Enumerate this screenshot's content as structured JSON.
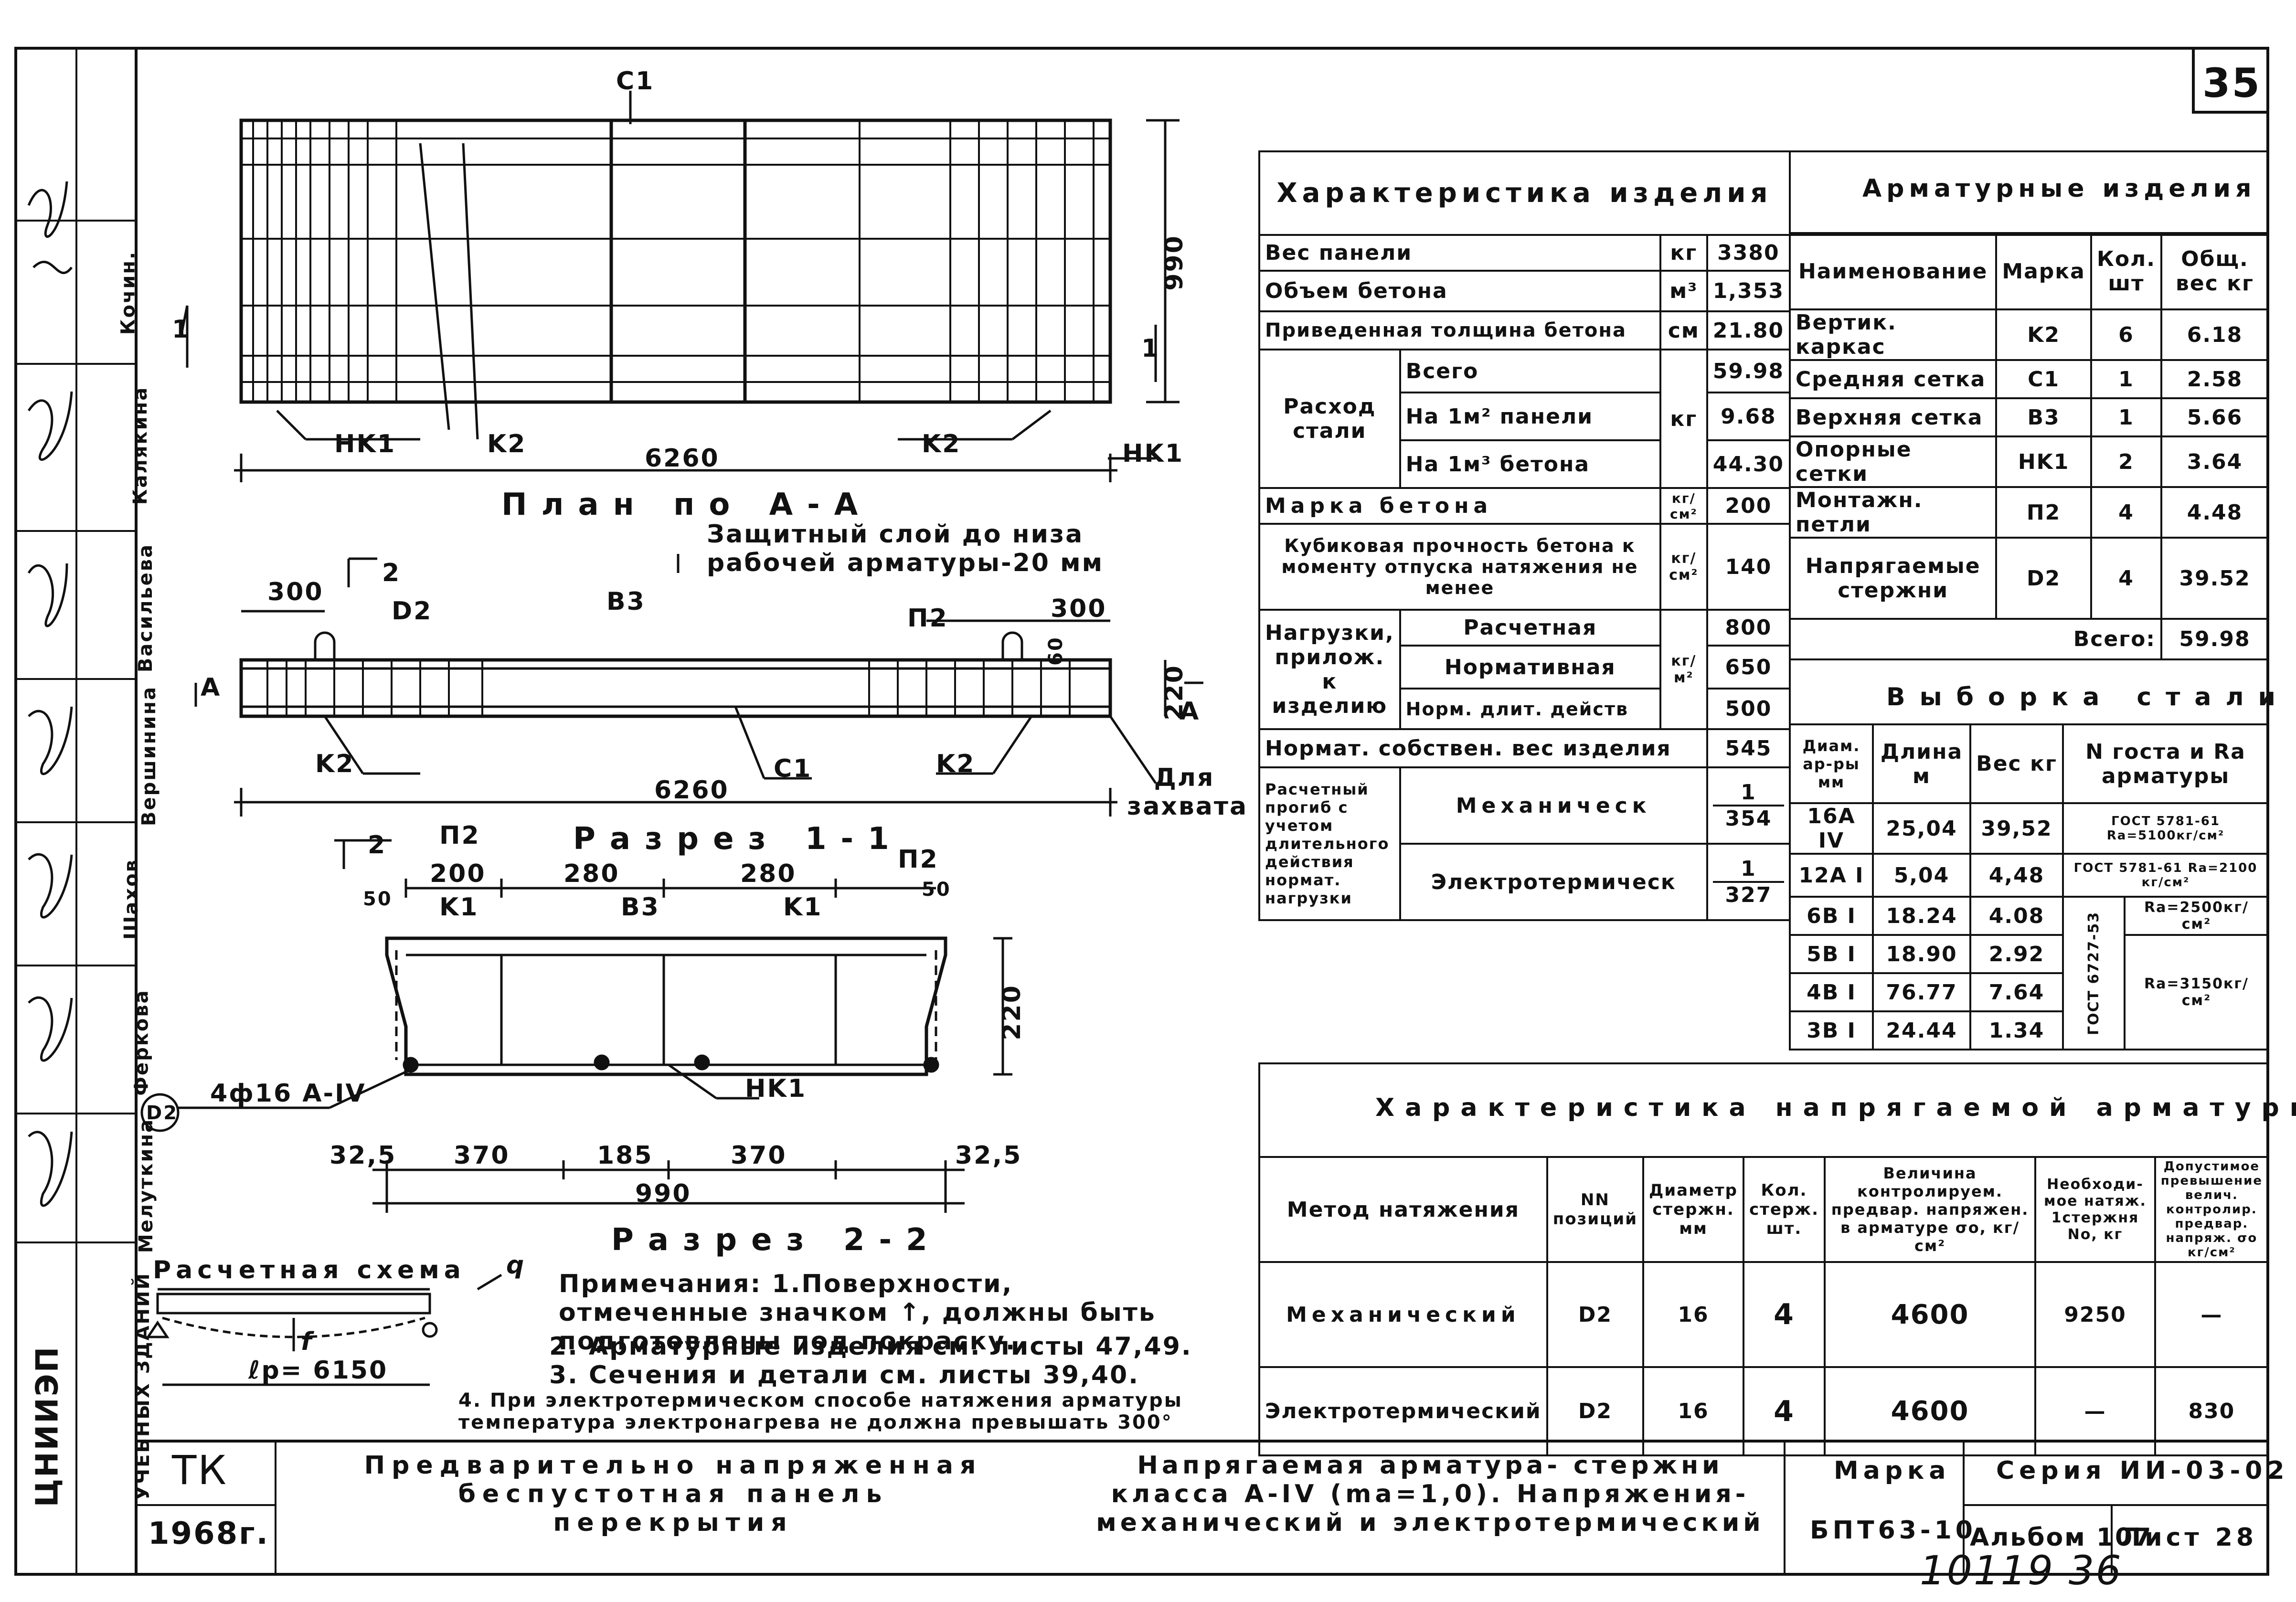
{
  "sheet_number": "35",
  "stamp": "10119  36",
  "side_strip": {
    "org": "ЦНИИЭП",
    "org_sub": "УЧЕБНЫХ ЗДАНИЙ",
    "names": [
      "Кочин.",
      "Калякина",
      "Васильева",
      "Вершинина",
      "Шахов",
      "Феркова",
      "Мелуткина"
    ]
  },
  "drawing": {
    "plan_title": "План по А-А",
    "section1_title": "Разрез 1-1",
    "section2_title": "Разрез 2-2",
    "protect_note": "Защитный слой до низа рабочей арматуры-20 мм",
    "grip_note": "Для захвата",
    "labels": {
      "c1": "C1",
      "k2": "K2",
      "hk1": "HK1",
      "b3": "B3",
      "p2": "П2",
      "k1": "K1",
      "d2": "D2",
      "rebar": "4ф16 А-IV",
      "sec1": "1",
      "sec2": "2",
      "a": "A"
    },
    "dims": {
      "plan_len": "6260",
      "plan_w": "990",
      "s1_len": "6260",
      "s1_300a": "300",
      "s1_300b": "300",
      "s1_220": "220",
      "s1_60": "60",
      "s2_200": "200",
      "s2_280a": "280",
      "s2_280b": "280",
      "s2_50a": "50",
      "s2_50b": "50",
      "s2_220": "220",
      "s2_325a": "32,5",
      "s2_370a": "370",
      "s2_185": "185",
      "s2_370b": "370",
      "s2_325b": "32,5",
      "s2_990": "990"
    }
  },
  "scheme": {
    "title": "Расчетная схема",
    "q": "q",
    "f": "f",
    "span": "ℓр= 6150"
  },
  "notes": [
    "Примечания: 1.Поверхности, отмеченные значком ↑, должны быть подготовлены под покраску.",
    "2. Арматурные изделия см. листы 47,49.",
    "3. Сечения и детали см. листы 39,40.",
    "4. При электротермическом способе натяжения арматуры температура электронагрева не должна превышать 300°"
  ],
  "char_table": {
    "header_left": "Характеристика изделия",
    "header_right": "Арматурные изделия",
    "rows": [
      {
        "name": "Вес панели",
        "unit": "кг",
        "value": "3380"
      },
      {
        "name": "Объем бетона",
        "unit": "м³",
        "value": "1,353"
      },
      {
        "name": "Приведенная толщина бетона",
        "unit": "см",
        "value": "21.80"
      }
    ],
    "steel": {
      "name": "Расход стали",
      "unit": "кг",
      "rows": [
        {
          "name": "Всего",
          "value": "59.98"
        },
        {
          "name": "На 1м² панели",
          "value": "9.68"
        },
        {
          "name": "На 1м³ бетона",
          "value": "44.30"
        }
      ]
    },
    "concrete_grade": {
      "name": "Марка бетона",
      "unit": "кг/см²",
      "value": "200"
    },
    "cube_strength": {
      "name": "Кубиковая прочность бетона к моменту отпуска натяжения не менее",
      "unit": "кг/см²",
      "value": "140"
    },
    "loads": {
      "name": "Нагрузки, прилож. к изделию",
      "unit": "кг/м²",
      "rows": [
        {
          "name": "Расчетная",
          "value": "800"
        },
        {
          "name": "Нормативная",
          "value": "650"
        },
        {
          "name": "Норм. длит. действ",
          "value": "500"
        }
      ]
    },
    "self_weight": {
      "name": "Нормат. собствен. вес изделия",
      "value": "545"
    },
    "deflection": {
      "name": "Расчетный прогиб с учетом длительного действия нормат. нагрузки",
      "rows": [
        {
          "name": "Механическ",
          "num": "1",
          "den": "354"
        },
        {
          "name": "Электротермическ",
          "num": "1",
          "den": "327"
        }
      ]
    }
  },
  "arm_table": {
    "cols": [
      "Наименование",
      "Марка",
      "Кол. шт",
      "Общ. вес кг"
    ],
    "rows": [
      {
        "name": "Вертик. каркас",
        "mark": "K2",
        "qty": "6",
        "weight": "6.18"
      },
      {
        "name": "Средняя сетка",
        "mark": "C1",
        "qty": "1",
        "weight": "2.58"
      },
      {
        "name": "Верхняя сетка",
        "mark": "B3",
        "qty": "1",
        "weight": "5.66"
      },
      {
        "name": "Опорные сетки",
        "mark": "HK1",
        "qty": "2",
        "weight": "3.64"
      },
      {
        "name": "Монтажн. петли",
        "mark": "П2",
        "qty": "4",
        "weight": "4.48"
      },
      {
        "name": "Напрягаемые стержни",
        "mark": "D2",
        "qty": "4",
        "weight": "39.52"
      }
    ],
    "total_label": "Всего:",
    "total": "59.98"
  },
  "steel_table": {
    "title": "Выборка стали",
    "cols": [
      "Диам. ар-ры мм",
      "Длина м",
      "Вес кг",
      "N госта и Ra арматуры"
    ],
    "rows": [
      {
        "d": "16A IV",
        "l": "25,04",
        "w": "39,52",
        "g": "ГОСТ 5781-61 Ra=5100кг/см²"
      },
      {
        "d": "12A I",
        "l": "5,04",
        "w": "4,48",
        "g": "ГОСТ 5781-61 Ra=2100 кг/см²"
      },
      {
        "d": "6B I",
        "l": "18.24",
        "w": "4.08",
        "g": ""
      },
      {
        "d": "5B I",
        "l": "18.90",
        "w": "2.92",
        "g": ""
      },
      {
        "d": "4B I",
        "l": "76.77",
        "w": "7.64",
        "g": ""
      },
      {
        "d": "3B I",
        "l": "24.44",
        "w": "1.34",
        "g": ""
      }
    ],
    "gost_vert": "ГОСТ 6727-53",
    "ra1": "Ra=2500кг/см²",
    "ra2": "Ra=3150кг/см²"
  },
  "prestress_table": {
    "title": "Характеристика напрягаемой арматуры",
    "cols": [
      "Метод натяжения",
      "NN позиций",
      "Диаметр стержн. мм",
      "Кол. стерж. шт.",
      "Величина контролируем. предвар. напряжен. в арматуре σо, кг/см²",
      "Необходи- мое натяж. 1стержня No, кг",
      "Допустимое превышение велич. контролир. предвар. напряж. σо кг/см²"
    ],
    "rows": [
      {
        "method": "Механический",
        "pos": "D2",
        "d": "16",
        "n": "4",
        "sigma": "4600",
        "n0": "9250",
        "excess": "—"
      },
      {
        "method": "Электротермический",
        "pos": "D2",
        "d": "16",
        "n": "4",
        "sigma": "4600",
        "n0": "—",
        "excess": "830"
      }
    ]
  },
  "title_block": {
    "tk": "ТК",
    "year": "1968г.",
    "name": "Предварительно напряженная беспустотная панель перекрытия",
    "desc": "Напрягаемая арматура- стержни класса А-IV (mа=1,0). Напряжения-механический и электротермический",
    "mark_label": "Марка",
    "mark": "БПТ63-10",
    "series": "Серия ИИ-03-02",
    "album": "Альбом 107",
    "sheet": "Лист 28"
  }
}
